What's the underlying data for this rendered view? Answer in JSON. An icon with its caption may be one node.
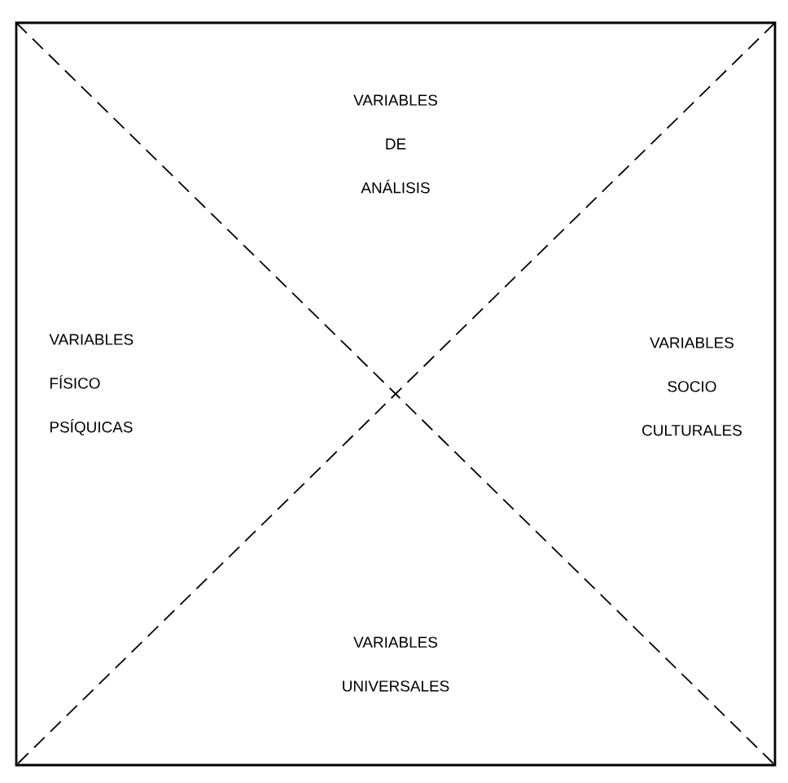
{
  "diagram": {
    "labels": [
      "VARIABLES DE ANÁLISIS",
      "VARIABLES FÍSICO PSÍQUICAS",
      "VARIABLES SOCIO CULTURALES",
      "VARIABLES UNIVERSALES"
    ]
  }
}
